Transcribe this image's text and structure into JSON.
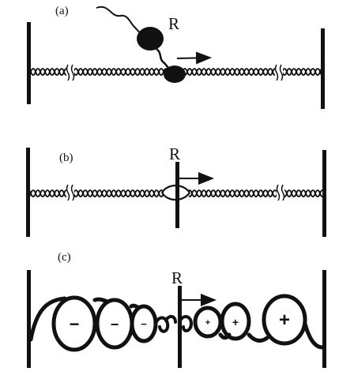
{
  "panels": [
    {
      "id": "a",
      "label": "(a)",
      "enzyme_label": "R"
    },
    {
      "id": "b",
      "label": "(b)",
      "enzyme_label": "R"
    },
    {
      "id": "c",
      "label": "(c)",
      "enzyme_label": "R"
    }
  ],
  "supercoil_signs": [
    "−",
    "−",
    "−",
    "+",
    "+",
    "+"
  ],
  "colors": {
    "ink": "#111111",
    "background": "#ffffff"
  }
}
